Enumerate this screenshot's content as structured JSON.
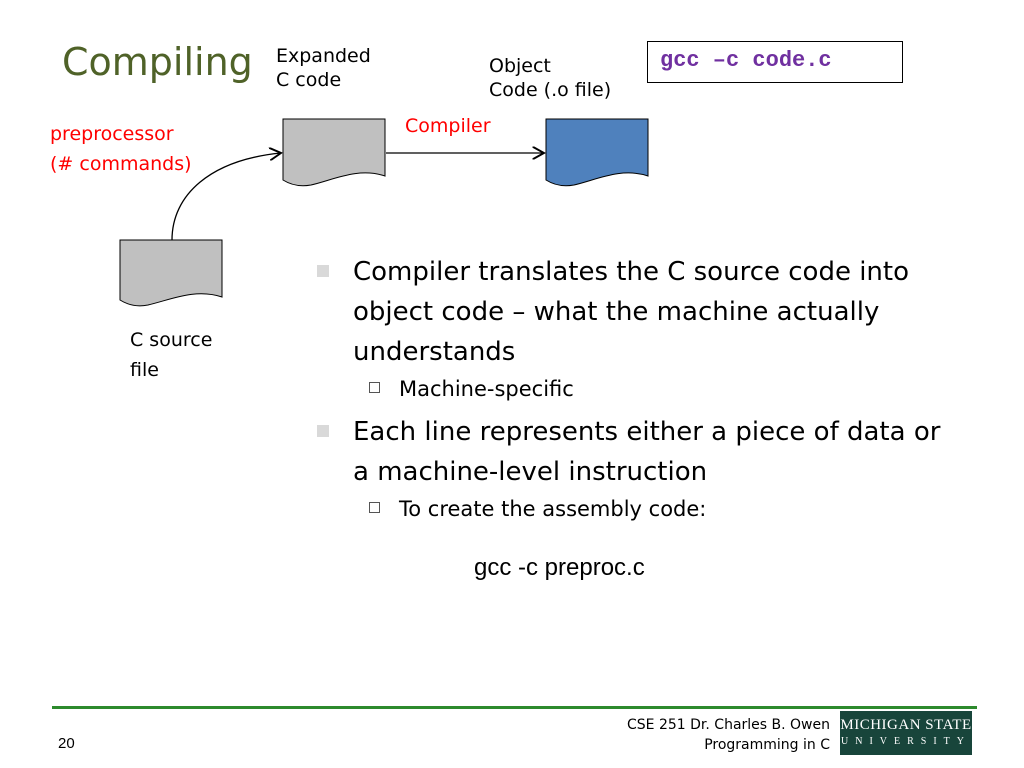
{
  "slide": {
    "title": "Compiling",
    "command": "gcc –c code.c",
    "diagram": {
      "expanded_label_1": "Expanded",
      "expanded_label_2": "C code",
      "object_label_1": "Object",
      "object_label_2": "Code (.o file)",
      "compiler_label": "Compiler",
      "preprocessor_label_1": "preprocessor",
      "preprocessor_label_2": "(# commands)",
      "source_label_1": "C source",
      "source_label_2": "file",
      "colors": {
        "gray_doc": "#c0c0c0",
        "blue_doc": "#4f81bd",
        "red_text": "#ff0000"
      }
    },
    "bullets": [
      {
        "text_1": "Compiler translates the C source code into",
        "text_2": "object code – what the machine actually",
        "text_3": "understands",
        "sub": "Machine-specific"
      },
      {
        "text_1": "Each line represents either a piece of data or",
        "text_2": "a machine-level instruction",
        "sub": "To create the assembly code:"
      }
    ],
    "code_example": "gcc -c preproc.c"
  },
  "footer": {
    "page_number": "20",
    "line_1": "CSE 251 Dr. Charles B. Owen",
    "line_2": "Programming in C",
    "logo_line_1": "MICHIGAN STATE",
    "logo_line_2": "UNIVERSITY",
    "accent": "#18453b"
  }
}
